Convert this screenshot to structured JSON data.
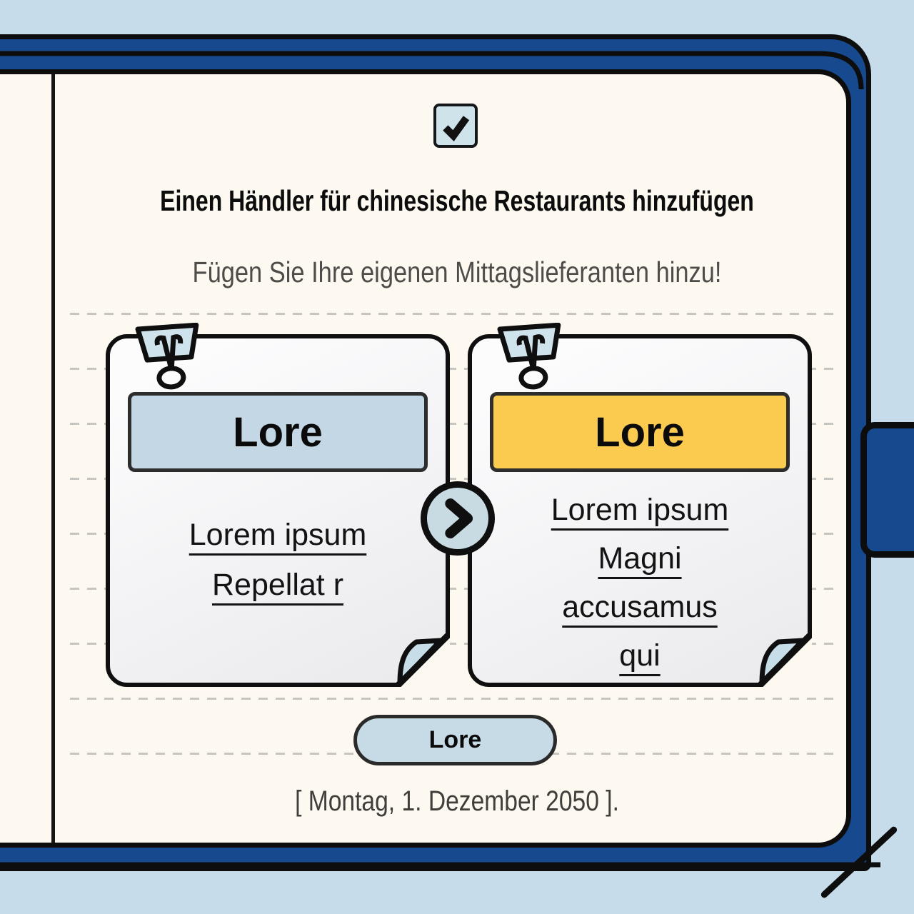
{
  "checkbox": {
    "state": "checked"
  },
  "header": {
    "title": "Einen Händler für chinesische Restaurants hinzufügen",
    "subtitle": "Fügen Sie Ihre eigenen Mittagslieferanten hinzu!"
  },
  "cards": {
    "left": {
      "header_label": "Lore",
      "header_color": "#c3d8e4",
      "lines": [
        "Lorem ipsum",
        "Repellat r"
      ]
    },
    "right": {
      "header_label": "Lore",
      "header_color": "#fbcb50",
      "lines": [
        "Lorem ipsum",
        "Magni",
        "accusamus",
        "qui"
      ]
    }
  },
  "arrow_button": {
    "icon": "chevron-right"
  },
  "action_button": {
    "label": "Lore"
  },
  "footer": {
    "date_line": "[ Montag, 1. Dezember 2050 ]."
  },
  "colors": {
    "background_sky": "#c6dcea",
    "cover_blue": "#17498f",
    "paper_cream": "#fdf9f1",
    "soft_blue": "#c6dbe6",
    "header_blue": "#c3d8e4",
    "header_yellow": "#fbcb50",
    "ink_black": "#0f0f0f"
  }
}
